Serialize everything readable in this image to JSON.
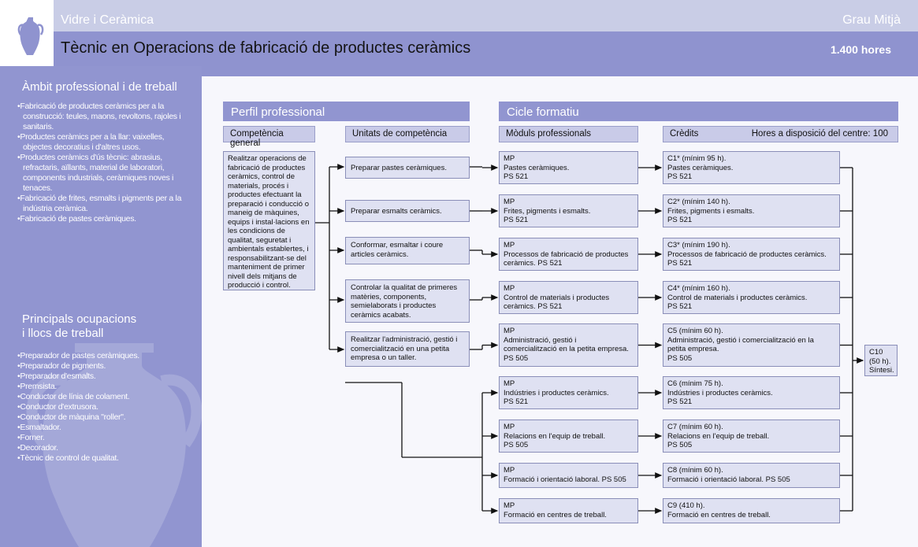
{
  "header": {
    "family": "Vidre i Ceràmica",
    "level": "Grau Mitjà",
    "title": "Tècnic en Operacions de fabricació de productes ceràmics",
    "hours": "1.400 hores"
  },
  "sidebar": {
    "scope_title": "Àmbit professional i de treball",
    "scope_items": [
      "Fabricació de productes ceràmics per a la construcció: teules, maons, revoltons, rajoles i sanitaris.",
      "Productes ceràmics per a la llar: vaixelles, objectes decoratius i d'altres usos.",
      "Productes ceràmics d'ús tècnic: abrasius, refractaris, aïllants, material de laboratori, components industrials, ceràmiques noves i tenaces.",
      "Fabricació de frites, esmalts i pigments per a la indústria ceràmica.",
      "Fabricació de pastes ceràmiques."
    ],
    "jobs_title_1": "Principals ocupacions",
    "jobs_title_2": "i llocs de treball",
    "jobs_items": [
      "Preparador de pastes ceràmiques.",
      "Preparador de pigments.",
      "Preparador d'esmalts.",
      "Premsista.",
      "Conductor de línia de colament.",
      "Conductor d'extrusora.",
      "Conductor de màquina \"roller\".",
      "Esmaltador.",
      "Forner.",
      "Decorador.",
      "Tècnic de control de qualitat."
    ]
  },
  "profile": {
    "title": "Perfil professional",
    "general_label": "Competència general",
    "units_label": "Unitats de competència",
    "general_text": "Realitzar operacions de fabricació de productes ceràmics, control de materials, procés i productes efectuant la preparació i conducció o maneig de màquines, equips i instal·lacions en les condicions de qualitat, seguretat i ambientals establertes, i responsabilitzant-se del manteniment de primer nivell dels mitjans de producció i control.",
    "units": [
      "Preparar pastes ceràmiques.",
      "Preparar esmalts ceràmics.",
      "Conformar, esmaltar i coure articles ceràmics.",
      "Controlar la qualitat de primeres matèries, components, semielaborats i productes ceràmics acabats.",
      "Realitzar l'administració, gestió i comercialització en una petita empresa o un taller."
    ]
  },
  "cycle": {
    "title": "Cicle formatiu",
    "modules_label": "Mòduls professionals",
    "credits_label": "Crèdits",
    "hours_label": "Hores a disposició del centre: 100",
    "modules": [
      [
        "MP",
        "Pastes ceràmiques.",
        "PS 521"
      ],
      [
        "MP",
        "Frites, pigments i esmalts.",
        "PS 521"
      ],
      [
        "MP",
        "Processos de fabricació de productes",
        "ceràmics. PS 521"
      ],
      [
        "MP",
        "Control de materials i productes",
        "ceràmics. PS 521"
      ],
      [
        "MP",
        "Administració, gestió i",
        "comercialització en la petita empresa.",
        "PS 505"
      ],
      [
        "MP",
        "Indústries i productes ceràmics.",
        "PS 521"
      ],
      [
        "MP",
        "Relacions en l'equip de treball.",
        "PS 505"
      ],
      [
        "MP",
        "Formació i orientació laboral. PS 505"
      ],
      [
        "MP",
        "Formació en centres de treball."
      ]
    ],
    "credits": [
      [
        "C1* (mínim 95 h).",
        "Pastes ceràmiques.",
        "PS 521"
      ],
      [
        "C2* (mínim 140 h).",
        "Frites, pigments i esmalts.",
        "PS 521"
      ],
      [
        "C3* (mínim 190 h).",
        "Processos de fabricació de productes ceràmics.",
        "PS 521"
      ],
      [
        "C4* (mínim 160 h).",
        "Control de materials i productes ceràmics.",
        "PS 521"
      ],
      [
        "C5 (mínim 60 h).",
        "Administració, gestió i comercialització en la",
        "petita empresa.",
        "PS 505"
      ],
      [
        "C6 (mínim 75 h).",
        "Indústries i productes ceràmics.",
        "PS 521"
      ],
      [
        "C7 (mínim 60 h).",
        "Relacions en l'equip de treball.",
        "PS 505"
      ],
      [
        "C8 (mínim 60 h).",
        "Formació i orientació laboral. PS 505"
      ],
      [
        "C9 (410 h).",
        "Formació en centres de treball."
      ]
    ],
    "synthesis": [
      "C10",
      "(50 h).",
      "Síntesi."
    ]
  },
  "colors": {
    "band": "#9195d0",
    "header_light": "#c9cde6",
    "box": "#dfe1f2"
  }
}
